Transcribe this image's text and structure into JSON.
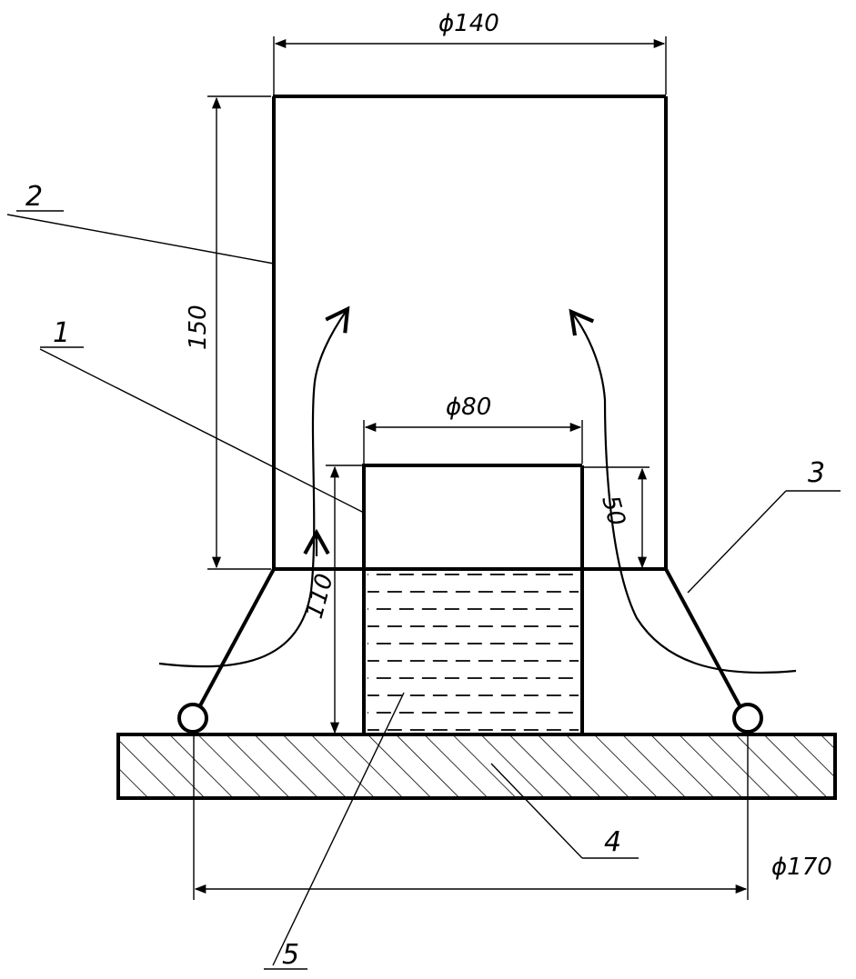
{
  "dimensions": {
    "outer_diameter": "ϕ140",
    "outer_height": "150",
    "inner_diameter": "ϕ80",
    "inner_top_height": "50",
    "inner_height": "110",
    "base_diameter": "ϕ170"
  },
  "labels": {
    "outer_cylinder": "2",
    "inner_cup": "1",
    "cone": "3",
    "base": "4",
    "liquid": "5"
  },
  "colors": {
    "line": "#000000",
    "background": "#ffffff"
  }
}
